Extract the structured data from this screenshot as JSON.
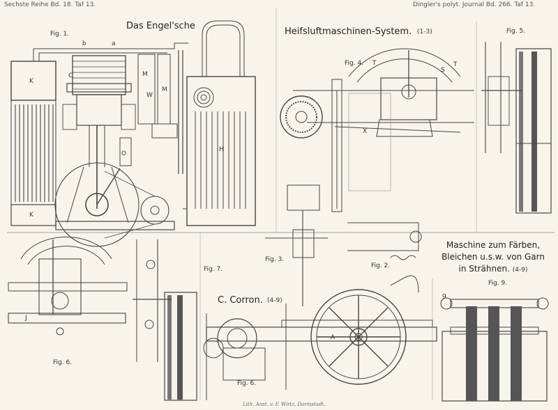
{
  "header": {
    "left": "Sechste Reihe Bd. 18. Taf 13.",
    "right": "Dingler's polyt. Journal Bd. 266. Taf 13."
  },
  "titles": {
    "engel_left": "Das Engel'sche",
    "engel_right": "Heifsluftmaschinen-System.",
    "engel_range": "(1-3)",
    "corron": "C. Corron.",
    "corron_range": "(4-9)",
    "machine_line1": "Maschine zum Färben,",
    "machine_line2": "Bleichen u.s.w. von Garn",
    "machine_line3": "in Strähnen.",
    "machine_range": "(4-9)"
  },
  "figure_labels": {
    "fig1": "Fig. 1.",
    "fig2": "Fig. 2.",
    "fig3": "Fig. 3.",
    "fig4": "Fig. 4.",
    "fig5": "Fig. 5.",
    "fig6a": "Fig. 6.",
    "fig6b": "Fig. 6.",
    "fig7": "Fig. 7.",
    "fig9": "Fig. 9."
  },
  "part_letters": {
    "K_top": "K",
    "K_bottom": "K",
    "C": "C",
    "M1": "M",
    "M2": "M",
    "W": "W",
    "H": "H",
    "O": "O",
    "a": "a",
    "b": "b",
    "T1": "T",
    "T2": "T",
    "S": "S",
    "J": "J",
    "X": "X",
    "A": "A",
    "g": "g"
  },
  "footer": {
    "lithograph": "Lith. Anst. v. F. Wirtz, Darmstadt."
  }
}
